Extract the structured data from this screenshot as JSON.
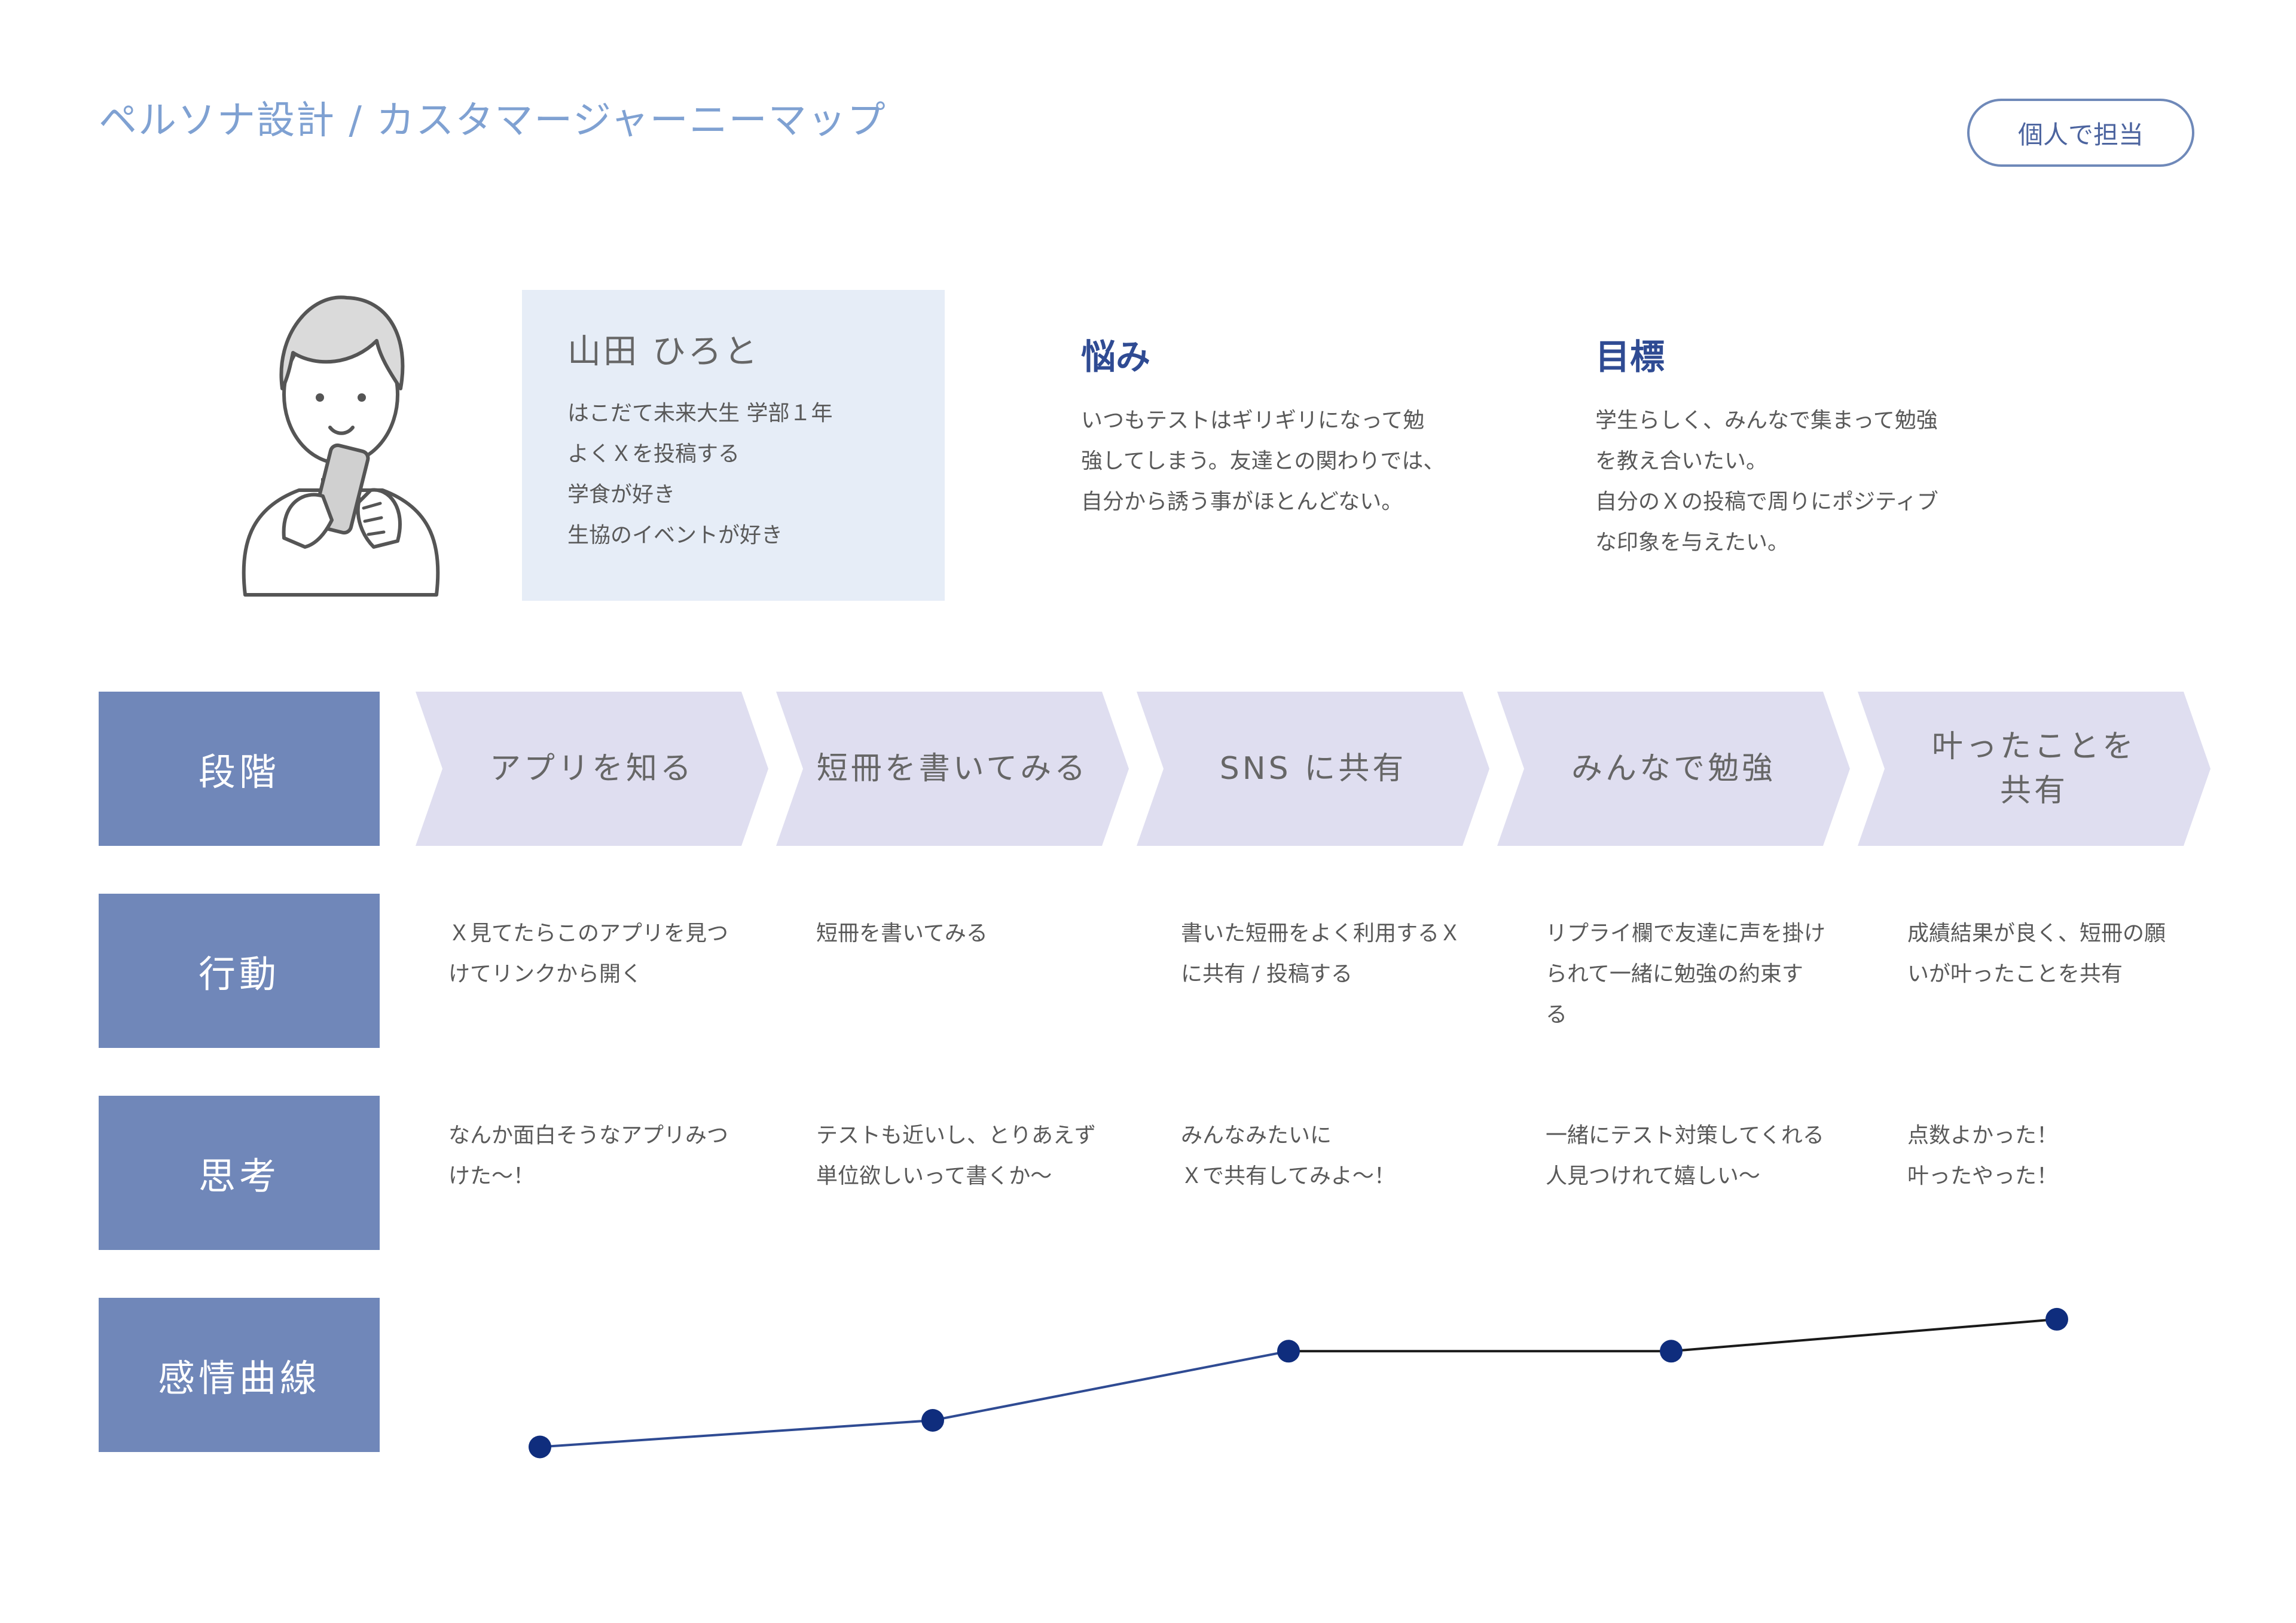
{
  "header": {
    "title": "ペルソナ設計 / カスタマージャーニーマップ",
    "badge": "個人で担当"
  },
  "persona": {
    "name": "山田 ひろと",
    "traits": [
      "はこだて未来大生 学部１年",
      "よくＸを投稿する",
      "学食が好き",
      "生協のイベントが好き"
    ]
  },
  "worries": {
    "title": "悩み",
    "lines": [
      "いつもテストはギリギリになって勉",
      "強してしまう。友達との関わりでは、",
      "自分から誘う事がほとんどない。"
    ]
  },
  "goals": {
    "title": "目標",
    "lines": [
      "学生らしく、みんなで集まって勉強",
      "を教え合いたい。",
      "自分のＸの投稿で周りにポジティブ",
      "な印象を与えたい。"
    ]
  },
  "rows": {
    "stage_label": "段階",
    "action_label": "行動",
    "thought_label": "思考",
    "emotion_label": "感情曲線"
  },
  "stages": [
    {
      "name_lines": [
        "アプリを知る"
      ],
      "action_lines": [
        "Ｘ見てたらこのアプリを見つ",
        "けてリンクから開く"
      ],
      "thought_lines": [
        "なんか面白そうなアプリみつ",
        "けた〜！"
      ],
      "emotion": 1.0
    },
    {
      "name_lines": [
        "短冊を書いてみる"
      ],
      "action_lines": [
        "短冊を書いてみる"
      ],
      "thought_lines": [
        "テストも近いし、とりあえず",
        "単位欲しいって書くか〜"
      ],
      "emotion": 1.5
    },
    {
      "name_lines": [
        "SNS に共有"
      ],
      "action_lines": [
        "書いた短冊をよく利用するＸ",
        "に共有 / 投稿する"
      ],
      "thought_lines": [
        "みんなみたいに",
        "Ｘで共有してみよ〜！"
      ],
      "emotion": 2.8
    },
    {
      "name_lines": [
        "みんなで勉強"
      ],
      "action_lines": [
        "リプライ欄で友達に声を掛け",
        "られて一緒に勉強の約束す",
        "る"
      ],
      "thought_lines": [
        "一緒にテスト対策してくれる",
        "人見つけれて嬉しい〜"
      ],
      "emotion": 2.8
    },
    {
      "name_lines": [
        "叶ったことを",
        "共有"
      ],
      "action_lines": [
        "成績結果が良く、短冊の願",
        "いが叶ったことを共有"
      ],
      "thought_lines": [
        "点数よかった！",
        "叶ったやった！"
      ],
      "emotion": 3.4
    }
  ],
  "colors": {
    "curve_line": "#2f4b93",
    "curve_line_late": "#1a1a1a",
    "curve_point": "#0f2d7d",
    "label_bg": "#7087b9",
    "stage_bg": "#dfdef0",
    "accent_title": "#7fa1d2"
  },
  "icons": {
    "avatar": "person-with-smartphone-icon"
  }
}
